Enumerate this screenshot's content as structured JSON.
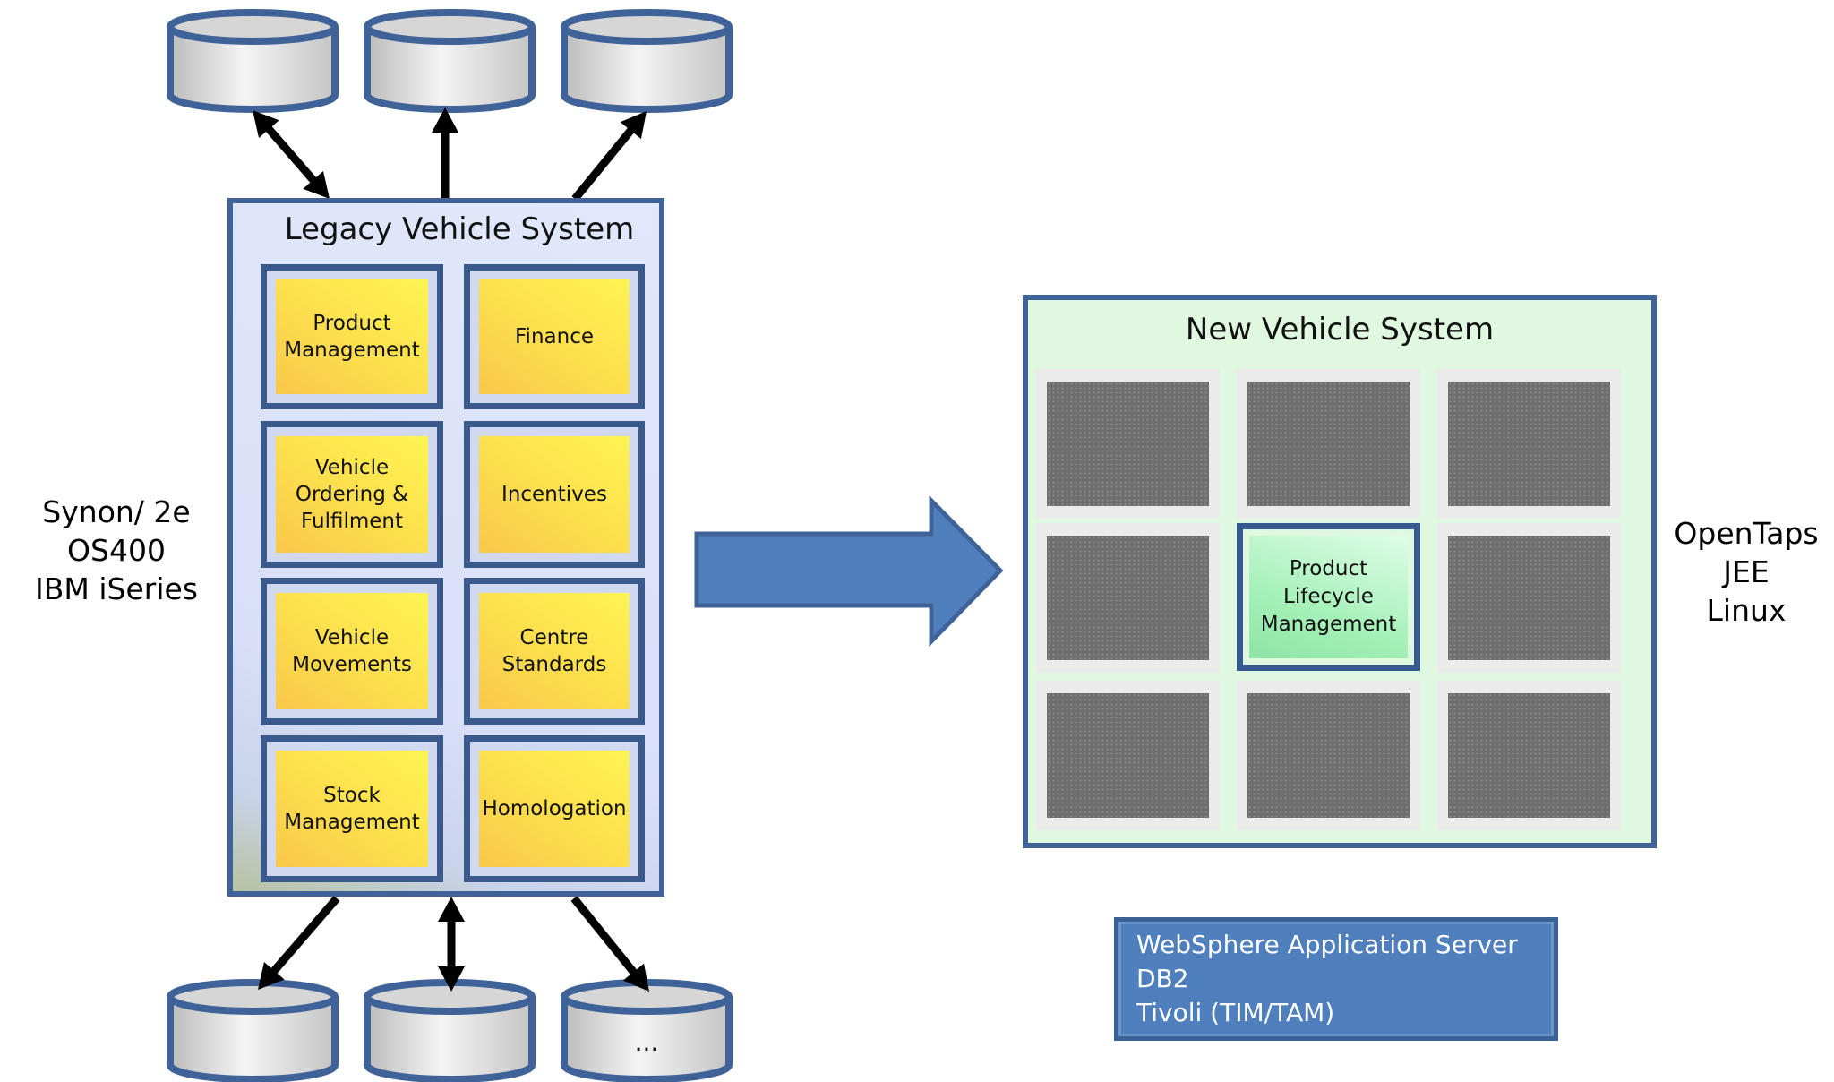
{
  "legacy_system": {
    "title": "Legacy Vehicle System",
    "platform": [
      "Synon/ 2e",
      "OS400",
      "IBM iSeries"
    ],
    "modules": [
      "Product\nManagement",
      "Finance",
      "Vehicle\nOrdering &\nFulfilment",
      "Incentives",
      "Vehicle\nMovements",
      "Centre\nStandards",
      "Stock\nManagement",
      "Homologation"
    ],
    "databases": [
      "",
      "",
      "",
      "",
      "",
      "..."
    ]
  },
  "new_system": {
    "title": "New Vehicle System",
    "platform": [
      "OpenTaps",
      "JEE",
      "Linux"
    ],
    "highlighted_module": "Product\nLifecycle\nManagement"
  },
  "infrastructure": {
    "lines": [
      "WebSphere Application Server",
      "DB2",
      "Tivoli (TIM/TAM)"
    ]
  },
  "colors": {
    "box_border": "#3f6398",
    "legacy_fill": "#d8dff7",
    "module_fill": "#fde24e",
    "new_fill": "#dff8df",
    "plm_fill": "#a6f1b9",
    "placeholder_fill": "#6e6e6e",
    "migration_arrow": "#4f80bd",
    "infra_fill": "#4f80bd"
  }
}
